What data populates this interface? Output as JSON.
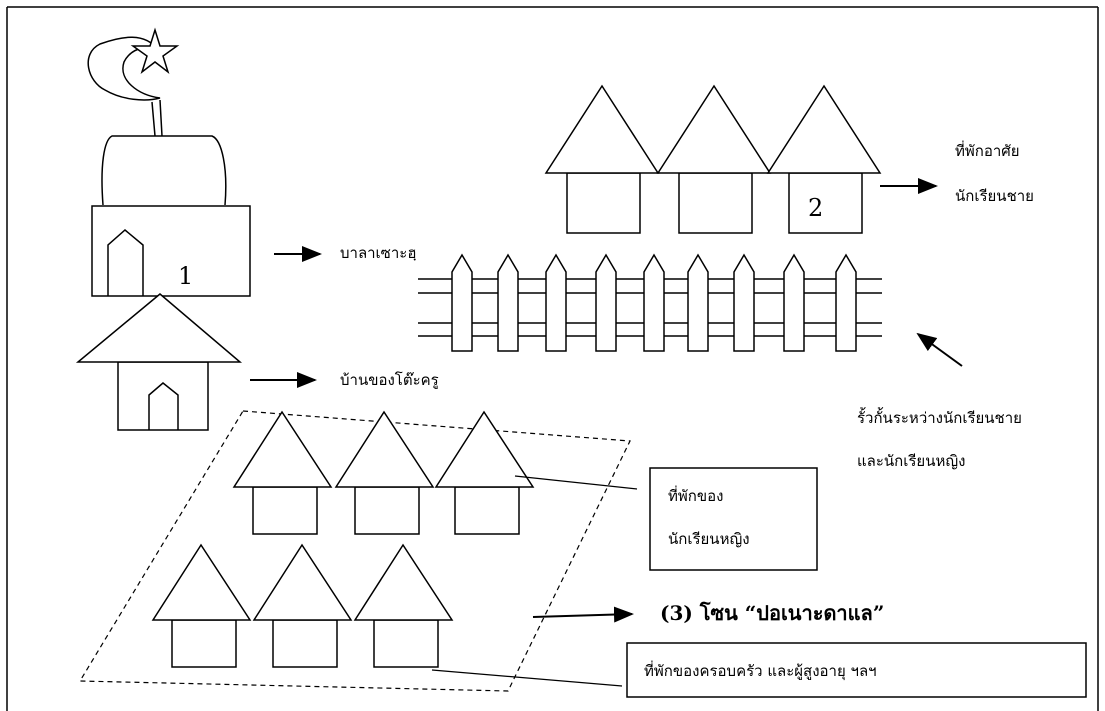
{
  "labels": {
    "mosque_number": "1",
    "mosque_label": "บาลาเซาะฮฺ",
    "teacher_house_label": "บ้านของโต๊ะครู",
    "male_dorm_number": "2",
    "male_dorm_line1": "ที่พักอาศัย",
    "male_dorm_line2": "นักเรียนชาย",
    "fence_line1": "รั้วกั้นระหว่างนักเรียนชาย",
    "fence_line2": "และนักเรียนหญิง",
    "female_dorm_line1": "ที่พักของ",
    "female_dorm_line2": "นักเรียนหญิง",
    "zone_label": "(3) โซน “ปอเนาะดาแล”",
    "family_label": "ที่พักของครอบครัว และผู้สูงอายุ ฯลฯ"
  }
}
